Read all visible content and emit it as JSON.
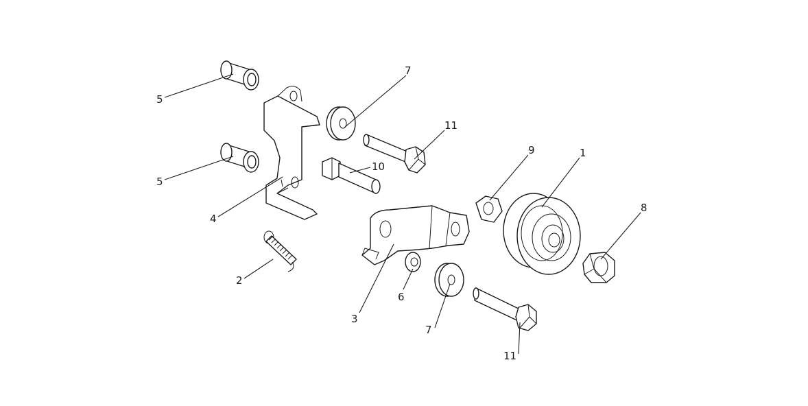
{
  "diagram": {
    "callouts": [
      {
        "id": "c1",
        "text": "1"
      },
      {
        "id": "c2",
        "text": "2"
      },
      {
        "id": "c3",
        "text": "3"
      },
      {
        "id": "c4",
        "text": "4"
      },
      {
        "id": "c5a",
        "text": "5"
      },
      {
        "id": "c5b",
        "text": "5"
      },
      {
        "id": "c6",
        "text": "6"
      },
      {
        "id": "c7a",
        "text": "7"
      },
      {
        "id": "c7b",
        "text": "7"
      },
      {
        "id": "c8",
        "text": "8"
      },
      {
        "id": "c9",
        "text": "9"
      },
      {
        "id": "c10",
        "text": "10"
      },
      {
        "id": "c11a",
        "text": "11"
      },
      {
        "id": "c11b",
        "text": "11"
      }
    ]
  }
}
